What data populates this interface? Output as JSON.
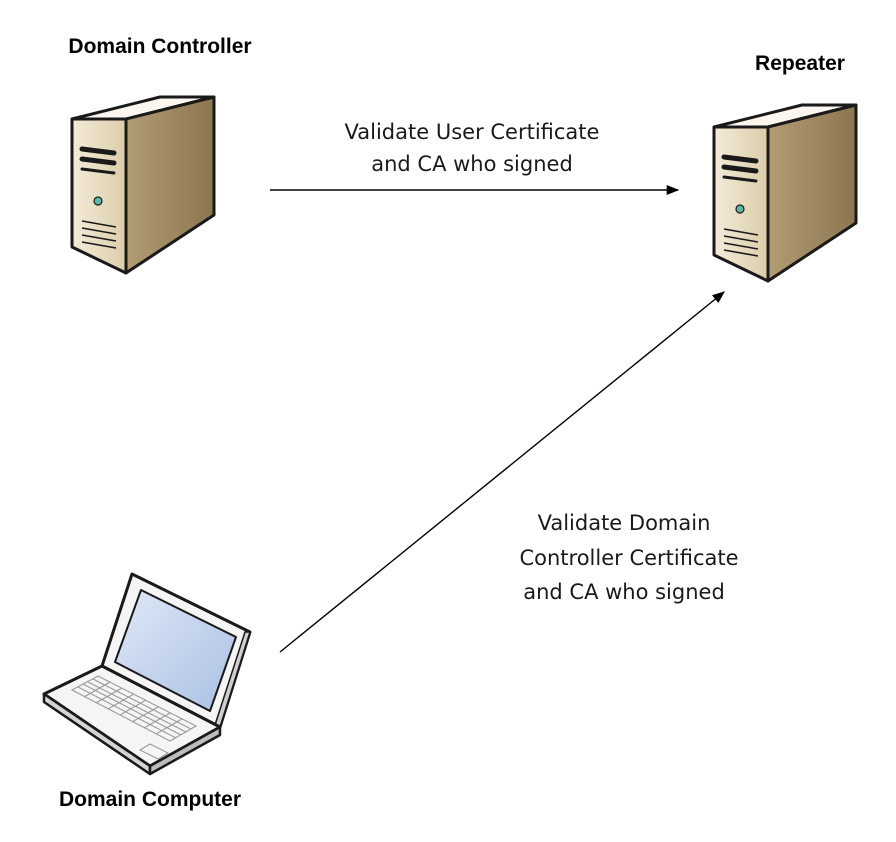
{
  "nodes": {
    "domain_controller": {
      "label": "Domain Controller",
      "icon": "server-tower-icon"
    },
    "repeater": {
      "label": "Repeater",
      "icon": "server-tower-icon"
    },
    "domain_computer": {
      "label": "Domain Computer",
      "icon": "laptop-icon"
    }
  },
  "edges": [
    {
      "from": "Domain Controller",
      "to": "Repeater",
      "label_lines": [
        "Validate User Certificate",
        "and CA who signed"
      ]
    },
    {
      "from": "Domain Computer",
      "to": "Repeater",
      "label_lines": [
        "Validate Domain",
        "Controller Certificate",
        "and CA who signed"
      ]
    }
  ],
  "colors": {
    "server_front": "#ece2cc",
    "server_side": "#a08a62",
    "server_top": "#fbf7ee",
    "outline": "#1a1a1a",
    "indicator": "#5fb8a6",
    "screen": "#c6d6ee",
    "laptop_body": "#f5f5f5"
  }
}
